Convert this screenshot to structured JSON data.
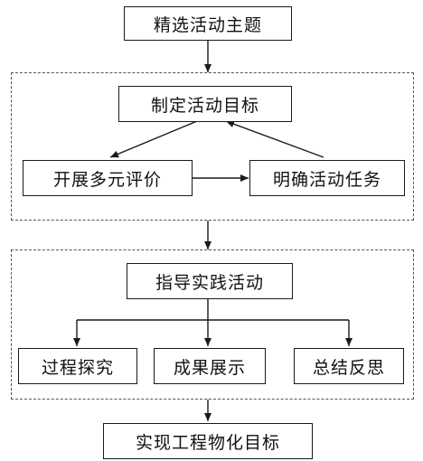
{
  "diagram": {
    "nodes": {
      "top": "精选活动主题",
      "goal": "制定活动目标",
      "evaluate": "开展多元评价",
      "task": "明确活动任务",
      "guide": "指导实践活动",
      "explore": "过程探究",
      "show": "成果展示",
      "reflect": "总结反思",
      "bottom": "实现工程物化目标"
    },
    "edges": [
      {
        "from": "top",
        "to": "group-planning"
      },
      {
        "from": "goal",
        "to": "evaluate"
      },
      {
        "from": "evaluate",
        "to": "task"
      },
      {
        "from": "task",
        "to": "goal"
      },
      {
        "from": "group-planning",
        "to": "group-practice"
      },
      {
        "from": "guide",
        "to": "explore"
      },
      {
        "from": "guide",
        "to": "show"
      },
      {
        "from": "guide",
        "to": "reflect"
      },
      {
        "from": "group-practice",
        "to": "bottom"
      }
    ],
    "colors": {
      "line": "#1a1a1a",
      "dashed": "#555555"
    }
  }
}
